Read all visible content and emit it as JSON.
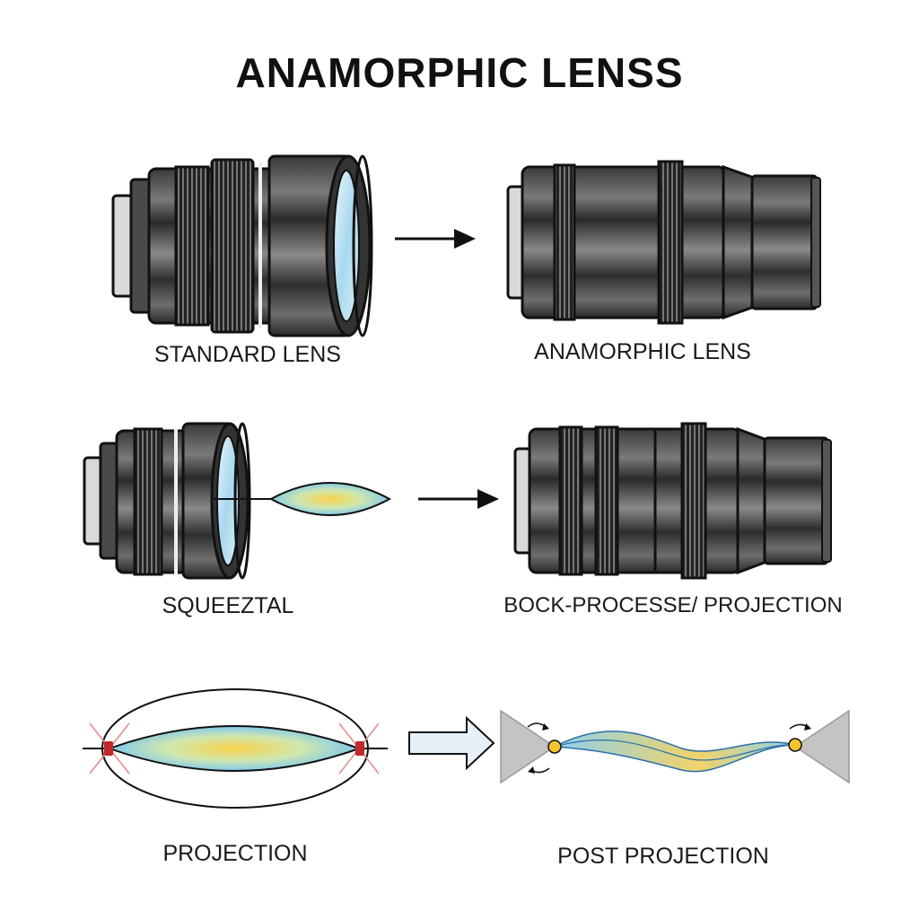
{
  "page": {
    "title": "ANAMORPHIC LENSS"
  },
  "captions": {
    "standard_lens": "STANDARD LENS",
    "anamorphic_lens": "ANAMORPHIC LENS",
    "squeeze": "SQUEEZTAL",
    "back_processed": "BOCK-PROCESSE/ PROJECTION",
    "projection": "PROJECTION",
    "post_projection": "POST PROJECTION"
  },
  "colors": {
    "lens_dark": "#2c2c2c",
    "lens_mid": "#6e6e6e",
    "lens_light": "#a9a9a9",
    "glass": "#a9d8ee",
    "beam_blue": "#8fd0ec",
    "beam_yellow": "#f5d25a",
    "node_yellow": "#f4c430",
    "node_red": "#c0282a",
    "cone_gray": "#c4c4c4",
    "arrow_fill": "#e6f0f8",
    "ink": "#111111"
  }
}
